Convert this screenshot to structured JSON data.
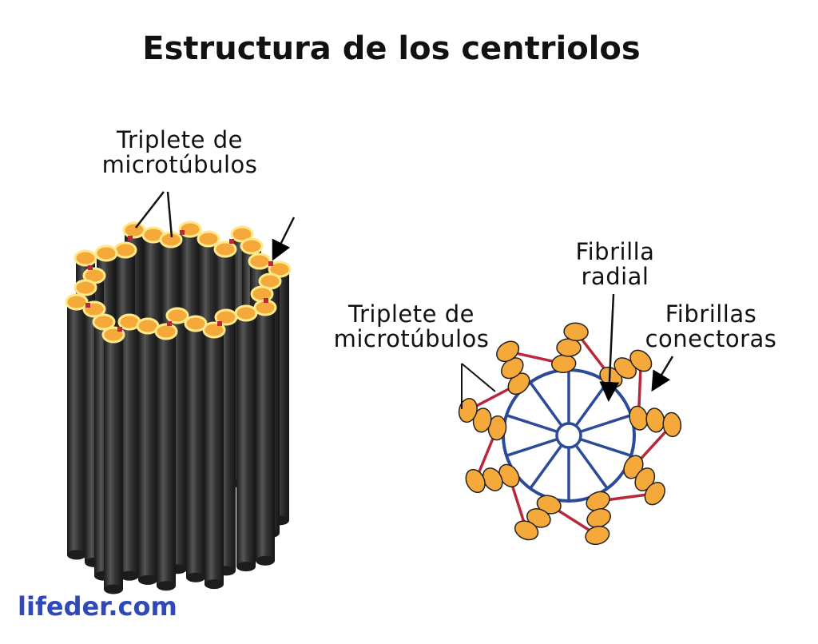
{
  "title": "Estructura de los centriolos",
  "labels": {
    "left_triplet": [
      "Triplete de",
      "microtúbulos"
    ],
    "right_triplet": [
      "Triplete de",
      "microtúbulos"
    ],
    "radial": [
      "Fibrilla",
      "radial"
    ],
    "connectors": [
      "Fibrillas",
      "conectoras"
    ]
  },
  "brand": "lifeder.com",
  "colors": {
    "tube": "#2b2b2b",
    "tube_top": "#f5a93a",
    "tube_rim": "#fde98a",
    "connector": "#b8283a",
    "wheel": "#2b4a99",
    "text": "#111111",
    "brand": "#2f4ab8"
  },
  "structure": {
    "triplets": 9,
    "spokes": 10
  }
}
